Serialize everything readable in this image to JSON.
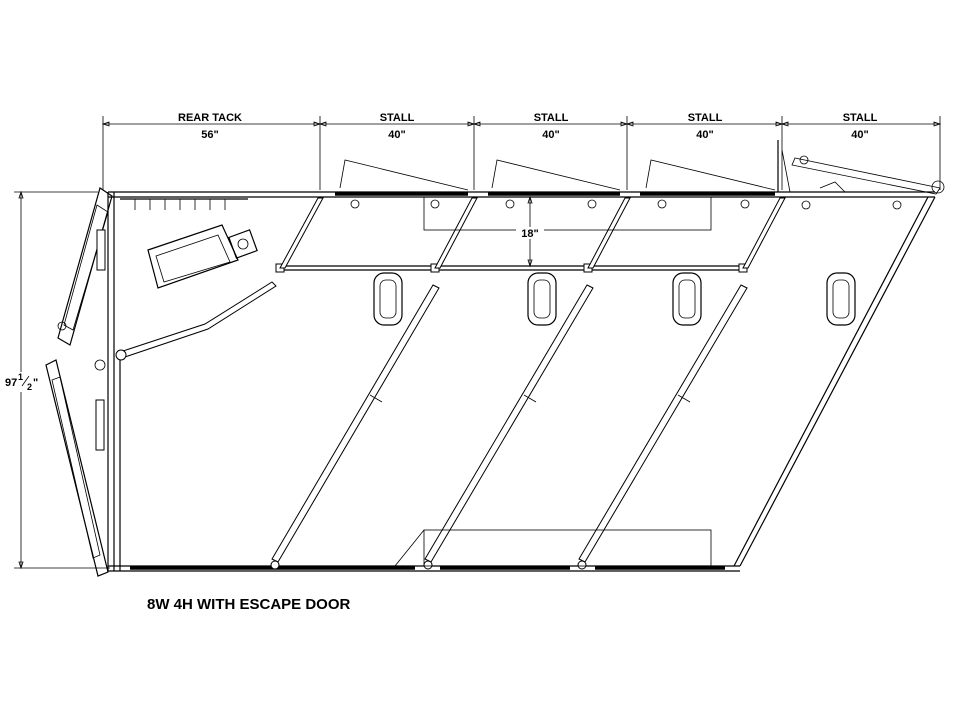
{
  "diagram": {
    "dimensions": {
      "rear_tack_label": "REAR TACK",
      "rear_tack_value": "56\"",
      "stalls": [
        {
          "label": "STALL",
          "value": "40\""
        },
        {
          "label": "STALL",
          "value": "40\""
        },
        {
          "label": "STALL",
          "value": "40\""
        },
        {
          "label": "STALL",
          "value": "40\""
        }
      ],
      "height_whole": "97",
      "height_fraction_num": "1",
      "height_fraction_den": "2",
      "height_unit": "\"",
      "window_drop": "18\""
    },
    "caption": "8W 4H WITH ESCAPE DOOR"
  }
}
